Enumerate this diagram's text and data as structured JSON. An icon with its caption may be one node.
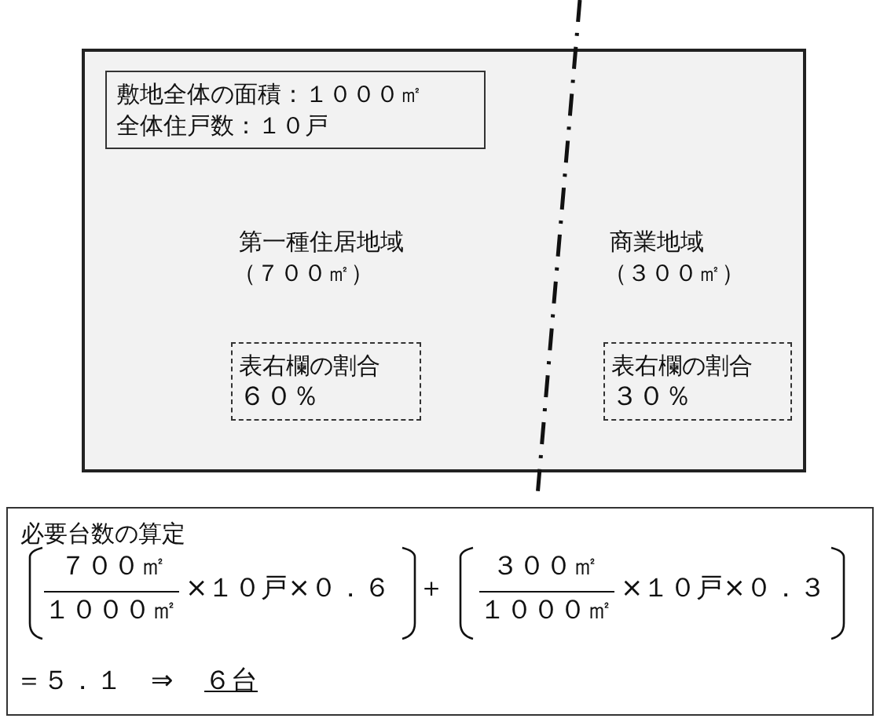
{
  "diagram": {
    "nodes": [
      {
        "text": [],
        "shape": "box"
      },
      {
        "text": [
          "敷地全体の面積：１０００㎡",
          "全体住戸数：１０戸"
        ],
        "in": 0
      },
      {
        "text": [
          "表右欄の割合",
          "６０％"
        ],
        "in": 0
      },
      {
        "text": [
          "表右欄の割合",
          "３０％"
        ],
        "in": 0
      },
      {
        "text": [
          "必要台数の算定"
        ]
      }
    ],
    "edges": [],
    "labels": [
      "第一種住居地域",
      "（７００㎡）",
      "商業地域",
      "（３００㎡）",
      "７００㎡",
      "１０００㎡",
      "×１０戸×０．６",
      "＋",
      "３００㎡",
      "１０００㎡",
      "×１０戸×０．３",
      "＝５．１",
      "⇒",
      "６台"
    ]
  }
}
